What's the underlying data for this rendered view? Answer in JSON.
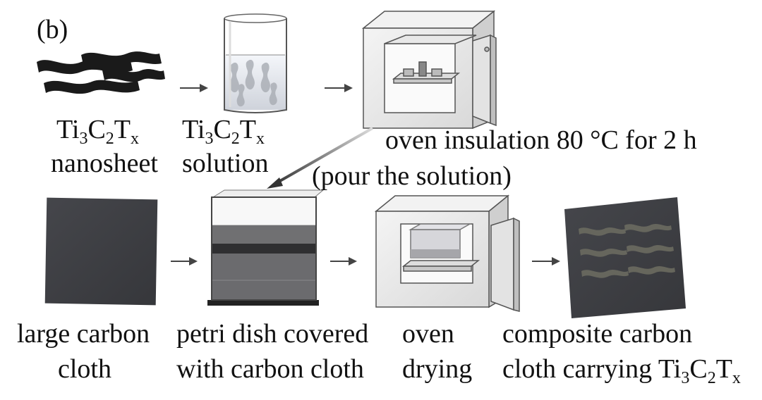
{
  "panel_label": "(b)",
  "labels": {
    "nanosheet": {
      "formula": {
        "a": "Ti",
        "b": "3",
        "c": "C",
        "d": "2",
        "e": "T",
        "f": "x"
      },
      "line2": "nanosheet"
    },
    "solution": {
      "formula": {
        "a": "Ti",
        "b": "3",
        "c": "C",
        "d": "2",
        "e": "T",
        "f": "x"
      },
      "line2": "solution"
    },
    "oven_insulation": "oven insulation 80 °C for 2 h",
    "pour": "(pour the solution)",
    "large_cloth": {
      "line1": "large carbon",
      "line2": "cloth"
    },
    "petri": {
      "line1": "petri dish covered",
      "line2": "with carbon cloth"
    },
    "oven_drying": {
      "line1": "oven",
      "line2": "drying"
    },
    "composite": {
      "line1": "composite carbon",
      "line2": "cloth carrying ",
      "formula": {
        "a": "Ti",
        "b": "3",
        "c": "C",
        "d": "2",
        "e": "T",
        "f": "x"
      }
    }
  },
  "colors": {
    "nanosheet": "#1a1a1a",
    "cloth": "#3e3f44",
    "oven_body": "#e9e9e9",
    "oven_edge": "#555555",
    "arrow": "#444444"
  }
}
